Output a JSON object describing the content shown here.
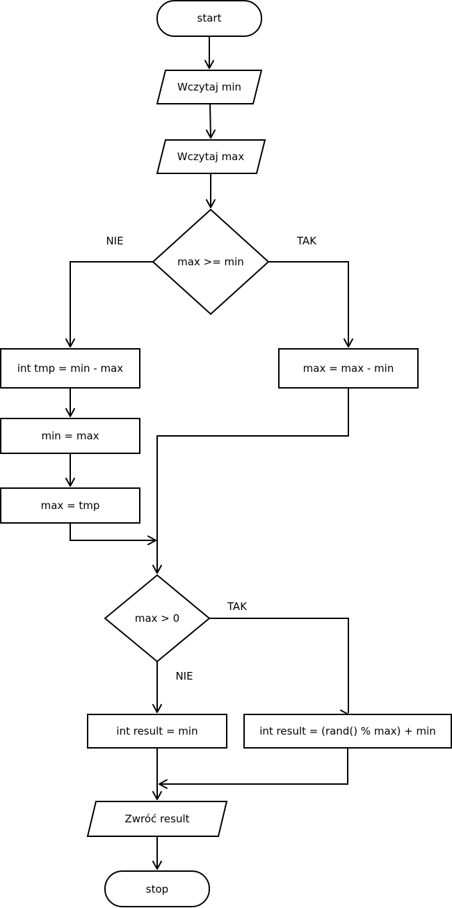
{
  "colors": {
    "stroke": "#000000",
    "fill": "#ffffff",
    "text": "#000000"
  },
  "nodes": {
    "start": "start",
    "read_min": "Wczytaj min",
    "read_max": "Wczytaj max",
    "decision_max_ge_min": "max >= min",
    "tmp_assign": "int tmp = min - max",
    "min_assign": "min = max",
    "max_tmp_assign": "max = tmp",
    "max_minus_min": "max = max - min",
    "decision_max_gt_zero": "max > 0",
    "result_min": "int result = min",
    "result_rand": "int result = (rand() % max) + min",
    "return_result": "Zwróć result",
    "stop": "stop"
  },
  "edge_labels": {
    "first_no": "NIE",
    "first_yes": "TAK",
    "second_yes": "TAK",
    "second_no": "NIE"
  }
}
